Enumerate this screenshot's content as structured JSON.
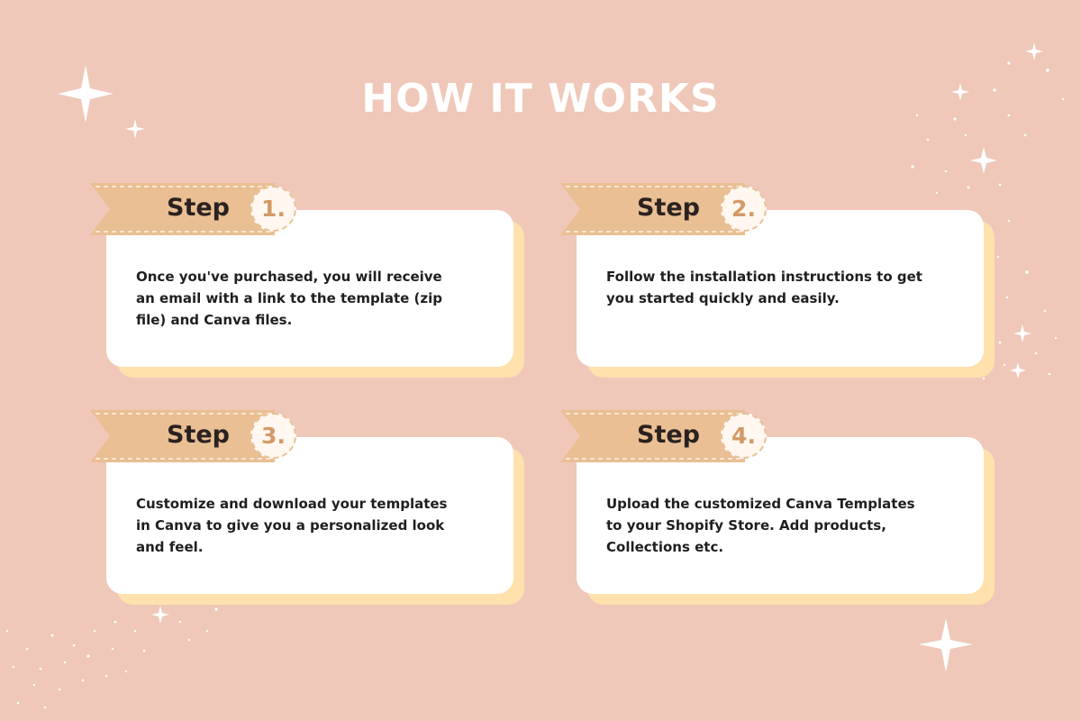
{
  "title": "HOW IT WORKS",
  "steps": [
    {
      "label": "Step",
      "number": "1.",
      "text": "Once you've purchased, you will receive an email with a link to the template (zip file) and Canva files."
    },
    {
      "label": "Step",
      "number": "2.",
      "text": "Follow the installation instructions to get you started quickly and easily."
    },
    {
      "label": "Step",
      "number": "3.",
      "text": "Customize and download your templates in Canva to give you a personalized look and feel."
    },
    {
      "label": "Step",
      "number": "4.",
      "text": "Upload the customized Canva Templates to your Shopify Store. Add products, Collections etc."
    }
  ],
  "colors": {
    "background": "#efc8b9",
    "card": "#ffffff",
    "card_shadow": "#ffe1ad",
    "ribbon": "#e9bf93",
    "number": "#d39a66"
  }
}
